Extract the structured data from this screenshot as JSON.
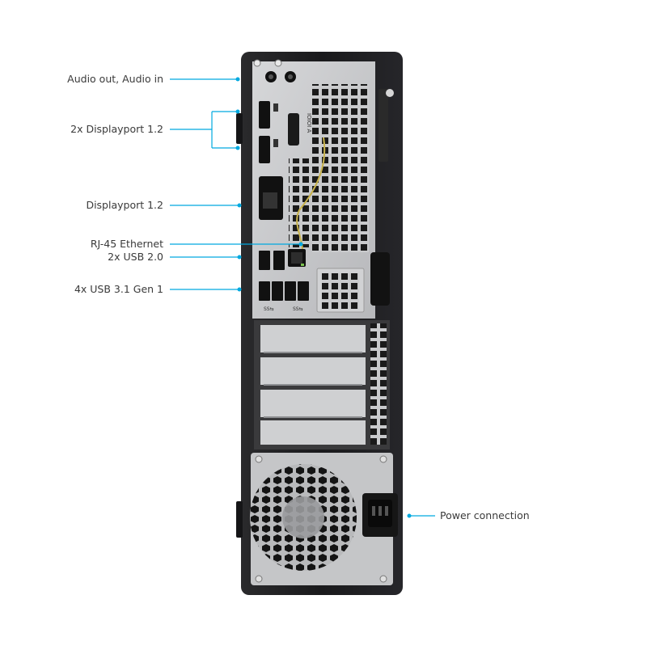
{
  "callouts": {
    "audio": "Audio out, Audio in",
    "displayport_pair": "2x Displayport 1.2",
    "displayport_single": "Displayport 1.2",
    "ethernet": "RJ-45 Ethernet",
    "usb2": "2x USB 2.0",
    "usb3": "4x USB 3.1 Gen 1",
    "power": "Power connection"
  },
  "port_marks": {
    "serial": "IOIOI A",
    "ss_usb": "SS⇆"
  },
  "colors": {
    "accent": "#00a9e0",
    "label_text": "#3a3a3a",
    "case": "#1c1c1e",
    "panel": "#c9cacc"
  }
}
